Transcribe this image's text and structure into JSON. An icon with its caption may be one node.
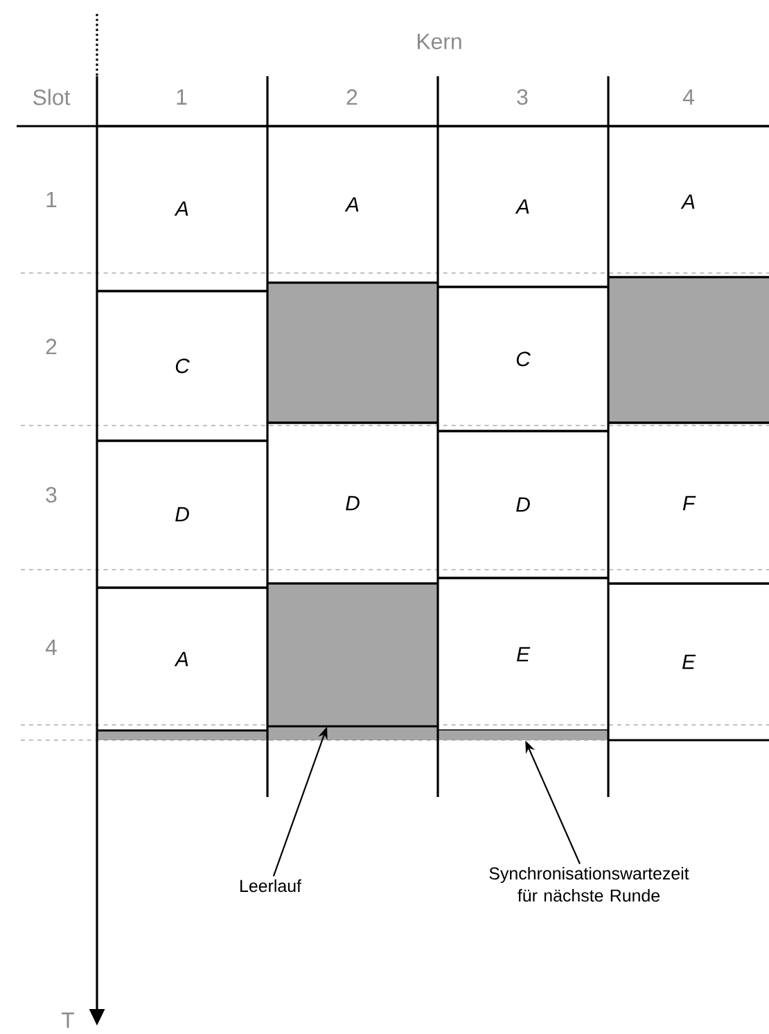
{
  "diagram": {
    "nodes": [
      {
        "text": [
          "A"
        ]
      },
      {
        "text": [
          "A"
        ]
      },
      {
        "text": [
          "A"
        ]
      },
      {
        "text": [
          "A"
        ]
      },
      {
        "text": [
          "C"
        ]
      },
      {
        "text": [],
        "shape": "box"
      },
      {
        "text": [
          "C"
        ]
      },
      {
        "text": [],
        "shape": "box"
      },
      {
        "text": [
          "D"
        ]
      },
      {
        "text": [
          "D"
        ]
      },
      {
        "text": [
          "D"
        ]
      },
      {
        "text": [
          "F"
        ]
      },
      {
        "text": [
          "A"
        ]
      },
      {
        "text": [],
        "shape": "box"
      },
      {
        "text": [
          "E"
        ]
      },
      {
        "text": [
          "E"
        ]
      },
      {
        "text": [],
        "shape": "bar"
      },
      {
        "text": [
          "Leerlauf"
        ]
      },
      {
        "text": [
          "Synchronisationswartezeit für nächste Runde"
        ]
      }
    ],
    "edges": [
      {
        "from": 17,
        "to": 13,
        "arrow": "to"
      },
      {
        "from": 18,
        "to": 16,
        "arrow": "to"
      }
    ],
    "labels": [
      "Kern",
      "Slot",
      "1",
      "2",
      "3",
      "4",
      "1",
      "2",
      "3",
      "4",
      "T"
    ]
  }
}
